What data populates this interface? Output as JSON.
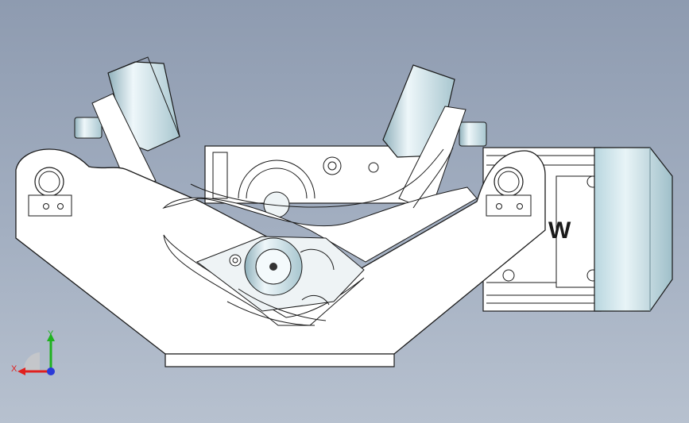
{
  "window": {
    "background_top": "#8e9bb0",
    "background_bottom": "#b7c1cf"
  },
  "model": {
    "part_fill": "#ffffff",
    "edge_color": "#1a1a1a",
    "shaded_fill": "#d8e8ee",
    "shaded_dark": "#9fbac4",
    "motor_cover": "#cde4ec",
    "motor_brand_text": "W"
  },
  "triad": {
    "x_label": "X",
    "y_label": "Y",
    "x_color": "#e0201e",
    "y_color": "#1fb21f",
    "z_color": "#2a3ad8"
  }
}
